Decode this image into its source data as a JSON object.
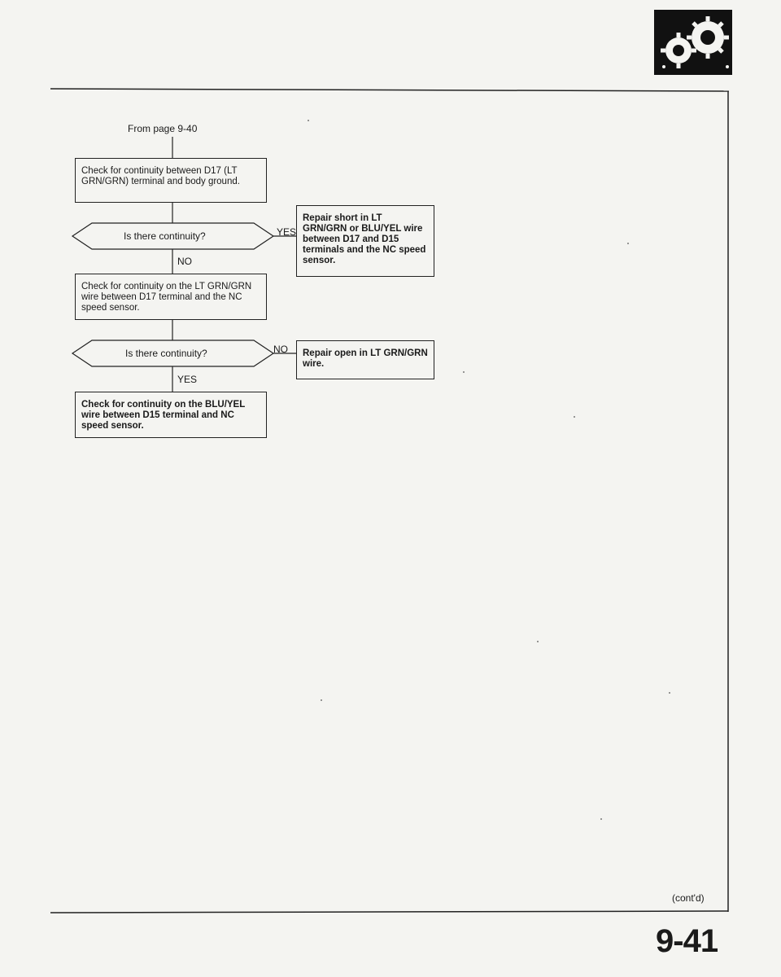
{
  "header_icon": {
    "name": "gears-icon"
  },
  "from_page": "From page 9-40",
  "boxes": {
    "check1": "Check for continuity between D17 (LT GRN/GRN) terminal and body ground.",
    "check2": "Check for continuity on the LT GRN/GRN wire between D17 terminal and the NC speed sensor.",
    "check3": "Check for continuity on the BLU/YEL wire between D15 terminal and NC speed sensor.",
    "repair_short": "Repair short in LT GRN/GRN or BLU/YEL wire between D17 and D15 terminals and the NC speed sensor.",
    "repair_open": "Repair open in LT GRN/GRN wire."
  },
  "decisions": {
    "q1": "Is there continuity?",
    "q2": "Is there continuity?"
  },
  "branches": {
    "q1_yes": "YES",
    "q1_no": "NO",
    "q2_no": "NO",
    "q2_yes": "YES"
  },
  "footer": {
    "contd": "(cont'd)",
    "page_number": "9-41"
  }
}
